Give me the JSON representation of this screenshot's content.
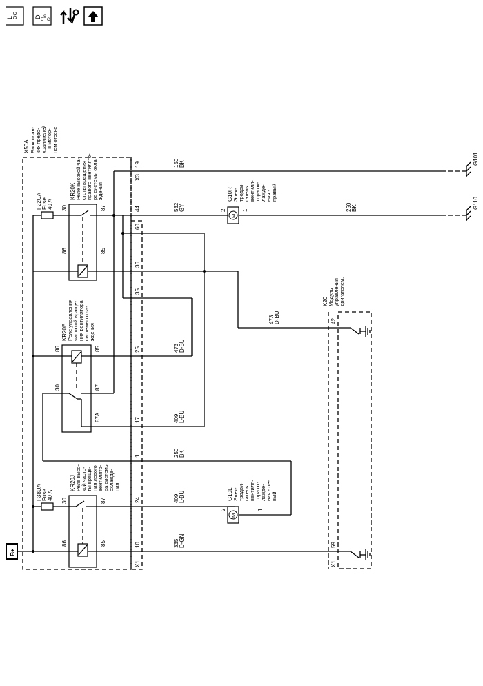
{
  "icons": {
    "loc": {
      "main": "L",
      "sub": "OC"
    },
    "desc": {
      "main": "D",
      "sub1": "E",
      "sub2": "S",
      "sub3": "C"
    }
  },
  "battery": "B+",
  "module_x50a": {
    "id": "X50A",
    "desc": [
      "Блок плав-",
      "ких предо-",
      "хранителей",
      "– в мотор-",
      "ном отсеке"
    ]
  },
  "fuses": [
    {
      "name": "F22UA",
      "type": "Fuse",
      "rating": "40 A"
    },
    {
      "name": "F38UA",
      "type": "Fuse",
      "rating": "40 A"
    }
  ],
  "relays": {
    "kr20k": {
      "id": "KR20K",
      "desc": [
        "Реле высокой ча-",
        "стоты вращения",
        "правого вентилято-",
        "ра системы охла-",
        "ждения"
      ],
      "pins": [
        "30",
        "87",
        "86",
        "85"
      ]
    },
    "kr20e": {
      "id": "KR20E",
      "desc": [
        "Реле управления",
        "частотой враще-",
        "ния вентилятора",
        "системы охла-",
        "ждения"
      ],
      "pins": [
        "86",
        "85",
        "30",
        "87",
        "87A"
      ]
    },
    "kr20j": {
      "id": "KR20J",
      "desc": [
        "Реле высо-",
        "кой часто-",
        "ты враще-",
        "ния левого",
        "вентилято-",
        "ра системы",
        "охлажде-",
        "ния"
      ],
      "pins": [
        "30",
        "87",
        "86",
        "85"
      ]
    }
  },
  "connectors": {
    "x3": "X3",
    "x1": "X1",
    "x1_k20": "X1"
  },
  "connector_pins": [
    "19",
    "44",
    "60",
    "36",
    "35",
    "25",
    "17",
    "1",
    "24",
    "10"
  ],
  "wires": [
    {
      "circuit": "150",
      "color": "BK"
    },
    {
      "circuit": "532",
      "color": "GY"
    },
    {
      "circuit": "250",
      "color": "BK"
    },
    {
      "circuit": "473",
      "color": "D-BU"
    },
    {
      "circuit": "473",
      "color": "D-BU"
    },
    {
      "circuit": "409",
      "color": "L-BU"
    },
    {
      "circuit": "250",
      "color": "BK"
    },
    {
      "circuit": "409",
      "color": "L-BU"
    },
    {
      "circuit": "335",
      "color": "D-GN"
    }
  ],
  "grounds": [
    "G101",
    "G110"
  ],
  "motors": {
    "g10r": {
      "id": "G10R",
      "desc": [
        "Элек-",
        "тродви-",
        "гатель",
        "вентиля-",
        "тора ох-",
        "лажде-",
        "ния -",
        "правый"
      ],
      "pin_a": "2",
      "pin_b": "1",
      "symbol": "M"
    },
    "g10l": {
      "id": "G10L",
      "desc": [
        "Элек-",
        "тродви-",
        "гатель",
        "вентиля-",
        "тора ох-",
        "лажде-",
        "ния - ле-",
        "вый"
      ],
      "pin_a": "2",
      "pin_b": "1",
      "symbol": "M"
    }
  },
  "module_k20": {
    "id": "K20",
    "desc": [
      "Модуль",
      "управления",
      "двигателем."
    ],
    "pins": [
      "42",
      "59"
    ]
  }
}
